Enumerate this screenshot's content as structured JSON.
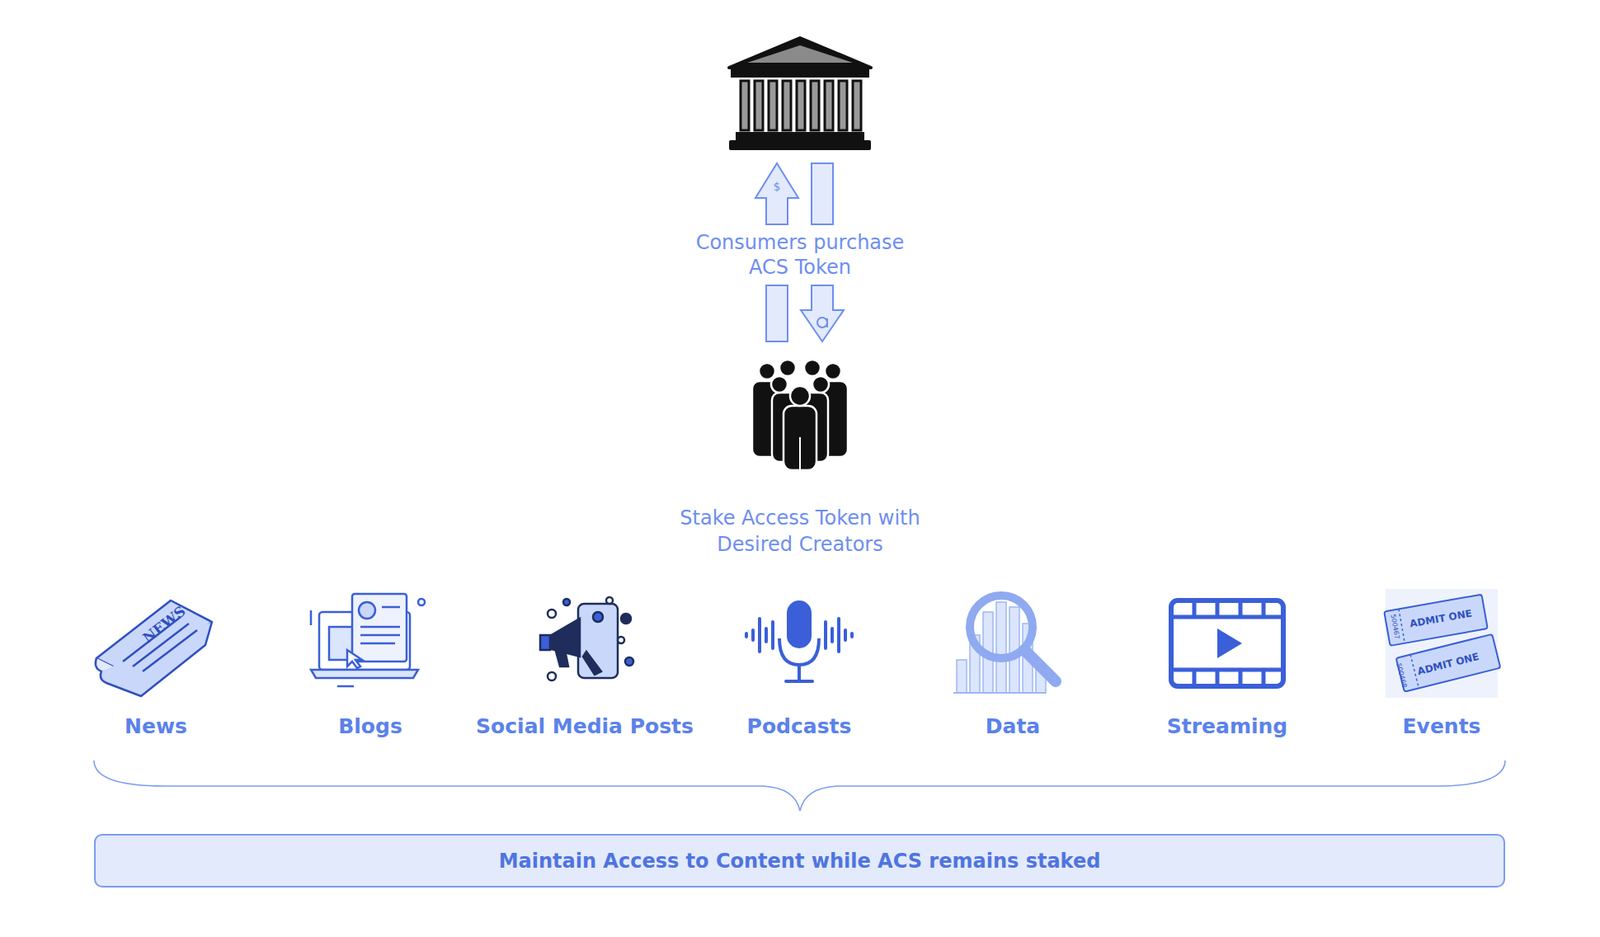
{
  "diagram": {
    "nodes": [
      {
        "text": [
          "Maintain Access to Content while ACS remains staked"
        ]
      }
    ],
    "labels": [
      "$",
      "Consumers purchase ACS Token",
      "Stake Access Token with Desired Creators",
      "NEWS",
      "ADMIT ONE",
      "ADMIT ONE",
      "500467",
      "500468",
      "News",
      "Blogs",
      "Social Media Posts",
      "Podcasts",
      "Data",
      "Streaming",
      "Events"
    ]
  }
}
